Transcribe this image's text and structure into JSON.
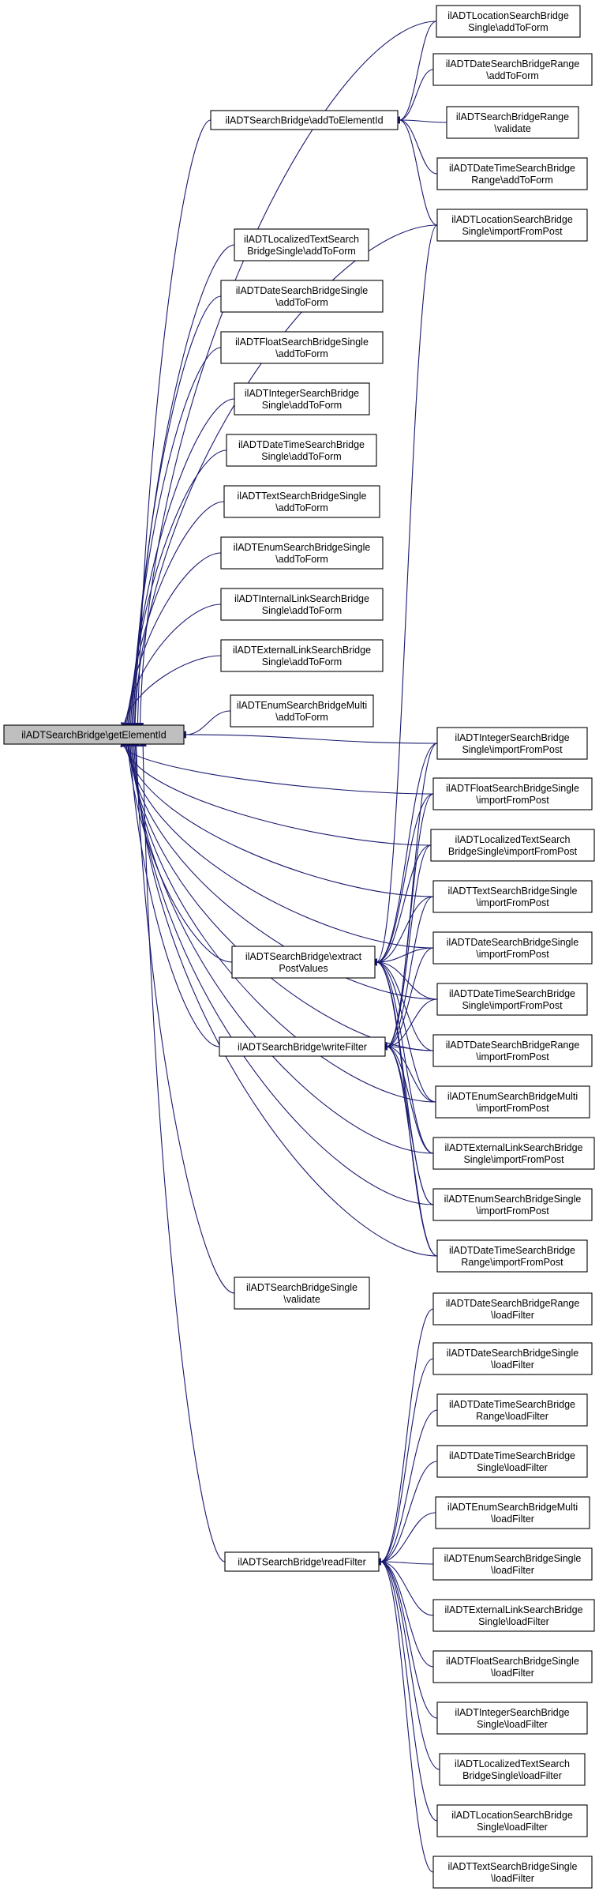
{
  "diagram": {
    "type": "call-graph",
    "edge_color": "#191970",
    "root_fill": "#bfbfbf",
    "nodes": [
      {
        "id": "root",
        "lines": [
          "ilADTSearchBridge\\getElementId"
        ],
        "root": true
      },
      {
        "id": "addToElementId",
        "lines": [
          "ilADTSearchBridge\\addToElementId"
        ]
      },
      {
        "id": "extractPostValues",
        "lines": [
          "ilADTSearchBridge\\extract",
          "PostValues"
        ]
      },
      {
        "id": "writeFilter",
        "lines": [
          "ilADTSearchBridge\\writeFilter"
        ]
      },
      {
        "id": "readFilter",
        "lines": [
          "ilADTSearchBridge\\readFilter"
        ]
      },
      {
        "id": "bsValidate",
        "lines": [
          "ilADTSearchBridgeSingle",
          "\\validate"
        ]
      },
      {
        "id": "locTextAddToForm",
        "lines": [
          "ilADTLocalizedTextSearch",
          "BridgeSingle\\addToForm"
        ]
      },
      {
        "id": "dateSingleAddToForm",
        "lines": [
          "ilADTDateSearchBridgeSingle",
          "\\addToForm"
        ]
      },
      {
        "id": "floatSingleAddToForm",
        "lines": [
          "ilADTFloatSearchBridgeSingle",
          "\\addToForm"
        ]
      },
      {
        "id": "intSingleAddToForm",
        "lines": [
          "ilADTIntegerSearchBridge",
          "Single\\addToForm"
        ]
      },
      {
        "id": "dtSingleAddToForm",
        "lines": [
          "ilADTDateTimeSearchBridge",
          "Single\\addToForm"
        ]
      },
      {
        "id": "textSingleAddToForm",
        "lines": [
          "ilADTTextSearchBridgeSingle",
          "\\addToForm"
        ]
      },
      {
        "id": "enumSingleAddToForm",
        "lines": [
          "ilADTEnumSearchBridgeSingle",
          "\\addToForm"
        ]
      },
      {
        "id": "intLinkAddToForm",
        "lines": [
          "ilADTInternalLinkSearchBridge",
          "Single\\addToForm"
        ]
      },
      {
        "id": "extLinkAddToForm",
        "lines": [
          "ilADTExternalLinkSearchBridge",
          "Single\\addToForm"
        ]
      },
      {
        "id": "enumMultiAddToForm",
        "lines": [
          "ilADTEnumSearchBridgeMulti",
          "\\addToForm"
        ]
      },
      {
        "id": "locSingleAddToForm",
        "lines": [
          "ilADTLocationSearchBridge",
          "Single\\addToForm"
        ]
      },
      {
        "id": "dateRangeAddToForm",
        "lines": [
          "ilADTDateSearchBridgeRange",
          "\\addToForm"
        ]
      },
      {
        "id": "bridgeRangeValidate",
        "lines": [
          "ilADTSearchBridgeRange",
          "\\validate"
        ]
      },
      {
        "id": "dtRangeAddToForm",
        "lines": [
          "ilADTDateTimeSearchBridge",
          "Range\\addToForm"
        ]
      },
      {
        "id": "locSingleImport",
        "lines": [
          "ilADTLocationSearchBridge",
          "Single\\importFromPost"
        ]
      },
      {
        "id": "intSingleImport",
        "lines": [
          "ilADTIntegerSearchBridge",
          "Single\\importFromPost"
        ]
      },
      {
        "id": "floatSingleImport",
        "lines": [
          "ilADTFloatSearchBridgeSingle",
          "\\importFromPost"
        ]
      },
      {
        "id": "locTextImport",
        "lines": [
          "ilADTLocalizedTextSearch",
          "BridgeSingle\\importFromPost"
        ]
      },
      {
        "id": "textSingleImport",
        "lines": [
          "ilADTTextSearchBridgeSingle",
          "\\importFromPost"
        ]
      },
      {
        "id": "dateSingleImport",
        "lines": [
          "ilADTDateSearchBridgeSingle",
          "\\importFromPost"
        ]
      },
      {
        "id": "dtSingleImport",
        "lines": [
          "ilADTDateTimeSearchBridge",
          "Single\\importFromPost"
        ]
      },
      {
        "id": "dateRangeImport",
        "lines": [
          "ilADTDateSearchBridgeRange",
          "\\importFromPost"
        ]
      },
      {
        "id": "enumMultiImport",
        "lines": [
          "ilADTEnumSearchBridgeMulti",
          "\\importFromPost"
        ]
      },
      {
        "id": "extLinkImport",
        "lines": [
          "ilADTExternalLinkSearchBridge",
          "Single\\importFromPost"
        ]
      },
      {
        "id": "enumSingleImport",
        "lines": [
          "ilADTEnumSearchBridgeSingle",
          "\\importFromPost"
        ]
      },
      {
        "id": "dtRangeImport",
        "lines": [
          "ilADTDateTimeSearchBridge",
          "Range\\importFromPost"
        ]
      },
      {
        "id": "dateRangeLoad",
        "lines": [
          "ilADTDateSearchBridgeRange",
          "\\loadFilter"
        ]
      },
      {
        "id": "dateSingleLoad",
        "lines": [
          "ilADTDateSearchBridgeSingle",
          "\\loadFilter"
        ]
      },
      {
        "id": "dtRangeLoad",
        "lines": [
          "ilADTDateTimeSearchBridge",
          "Range\\loadFilter"
        ]
      },
      {
        "id": "dtSingleLoad",
        "lines": [
          "ilADTDateTimeSearchBridge",
          "Single\\loadFilter"
        ]
      },
      {
        "id": "enumMultiLoad",
        "lines": [
          "ilADTEnumSearchBridgeMulti",
          "\\loadFilter"
        ]
      },
      {
        "id": "enumSingleLoad",
        "lines": [
          "ilADTEnumSearchBridgeSingle",
          "\\loadFilter"
        ]
      },
      {
        "id": "extLinkLoad",
        "lines": [
          "ilADTExternalLinkSearchBridge",
          "Single\\loadFilter"
        ]
      },
      {
        "id": "floatSingleLoad",
        "lines": [
          "ilADTFloatSearchBridgeSingle",
          "\\loadFilter"
        ]
      },
      {
        "id": "intSingleLoad",
        "lines": [
          "ilADTIntegerSearchBridge",
          "Single\\loadFilter"
        ]
      },
      {
        "id": "locTextLoad",
        "lines": [
          "ilADTLocalizedTextSearch",
          "BridgeSingle\\loadFilter"
        ]
      },
      {
        "id": "locSingleLoad",
        "lines": [
          "ilADTLocationSearchBridge",
          "Single\\loadFilter"
        ]
      },
      {
        "id": "textSingleLoad",
        "lines": [
          "ilADTTextSearchBridgeSingle",
          "\\loadFilter"
        ]
      }
    ],
    "edges": [
      [
        "root",
        "addToElementId"
      ],
      [
        "root",
        "extractPostValues"
      ],
      [
        "root",
        "writeFilter"
      ],
      [
        "root",
        "readFilter"
      ],
      [
        "root",
        "bsValidate"
      ],
      [
        "root",
        "locTextAddToForm"
      ],
      [
        "root",
        "dateSingleAddToForm"
      ],
      [
        "root",
        "floatSingleAddToForm"
      ],
      [
        "root",
        "intSingleAddToForm"
      ],
      [
        "root",
        "dtSingleAddToForm"
      ],
      [
        "root",
        "textSingleAddToForm"
      ],
      [
        "root",
        "enumSingleAddToForm"
      ],
      [
        "root",
        "intLinkAddToForm"
      ],
      [
        "root",
        "extLinkAddToForm"
      ],
      [
        "root",
        "enumMultiAddToForm"
      ],
      [
        "root",
        "locSingleAddToForm"
      ],
      [
        "root",
        "locSingleImport"
      ],
      [
        "root",
        "intSingleImport"
      ],
      [
        "root",
        "floatSingleImport"
      ],
      [
        "root",
        "locTextImport"
      ],
      [
        "root",
        "textSingleImport"
      ],
      [
        "root",
        "dateSingleImport"
      ],
      [
        "root",
        "dtSingleImport"
      ],
      [
        "root",
        "dateRangeImport"
      ],
      [
        "root",
        "enumMultiImport"
      ],
      [
        "root",
        "extLinkImport"
      ],
      [
        "root",
        "enumSingleImport"
      ],
      [
        "root",
        "dtRangeImport"
      ],
      [
        "addToElementId",
        "locSingleAddToForm"
      ],
      [
        "addToElementId",
        "dateRangeAddToForm"
      ],
      [
        "addToElementId",
        "bridgeRangeValidate"
      ],
      [
        "addToElementId",
        "dtRangeAddToForm"
      ],
      [
        "addToElementId",
        "locSingleImport"
      ],
      [
        "extractPostValues",
        "locSingleImport"
      ],
      [
        "extractPostValues",
        "intSingleImport"
      ],
      [
        "extractPostValues",
        "floatSingleImport"
      ],
      [
        "extractPostValues",
        "locTextImport"
      ],
      [
        "extractPostValues",
        "textSingleImport"
      ],
      [
        "extractPostValues",
        "dateSingleImport"
      ],
      [
        "extractPostValues",
        "dtSingleImport"
      ],
      [
        "extractPostValues",
        "dateRangeImport"
      ],
      [
        "extractPostValues",
        "enumMultiImport"
      ],
      [
        "extractPostValues",
        "extLinkImport"
      ],
      [
        "extractPostValues",
        "enumSingleImport"
      ],
      [
        "extractPostValues",
        "dtRangeImport"
      ],
      [
        "writeFilter",
        "intSingleImport"
      ],
      [
        "writeFilter",
        "floatSingleImport"
      ],
      [
        "writeFilter",
        "locTextImport"
      ],
      [
        "writeFilter",
        "textSingleImport"
      ],
      [
        "writeFilter",
        "dateSingleImport"
      ],
      [
        "writeFilter",
        "dtSingleImport"
      ],
      [
        "writeFilter",
        "dateRangeImport"
      ],
      [
        "writeFilter",
        "enumMultiImport"
      ],
      [
        "writeFilter",
        "extLinkImport"
      ],
      [
        "writeFilter",
        "enumSingleImport"
      ],
      [
        "writeFilter",
        "dtRangeImport"
      ],
      [
        "readFilter",
        "dateRangeLoad"
      ],
      [
        "readFilter",
        "dateSingleLoad"
      ],
      [
        "readFilter",
        "dtRangeLoad"
      ],
      [
        "readFilter",
        "dtSingleLoad"
      ],
      [
        "readFilter",
        "enumMultiLoad"
      ],
      [
        "readFilter",
        "enumSingleLoad"
      ],
      [
        "readFilter",
        "extLinkLoad"
      ],
      [
        "readFilter",
        "floatSingleLoad"
      ],
      [
        "readFilter",
        "intSingleLoad"
      ],
      [
        "readFilter",
        "locTextLoad"
      ],
      [
        "readFilter",
        "locSingleLoad"
      ],
      [
        "readFilter",
        "textSingleLoad"
      ]
    ]
  }
}
